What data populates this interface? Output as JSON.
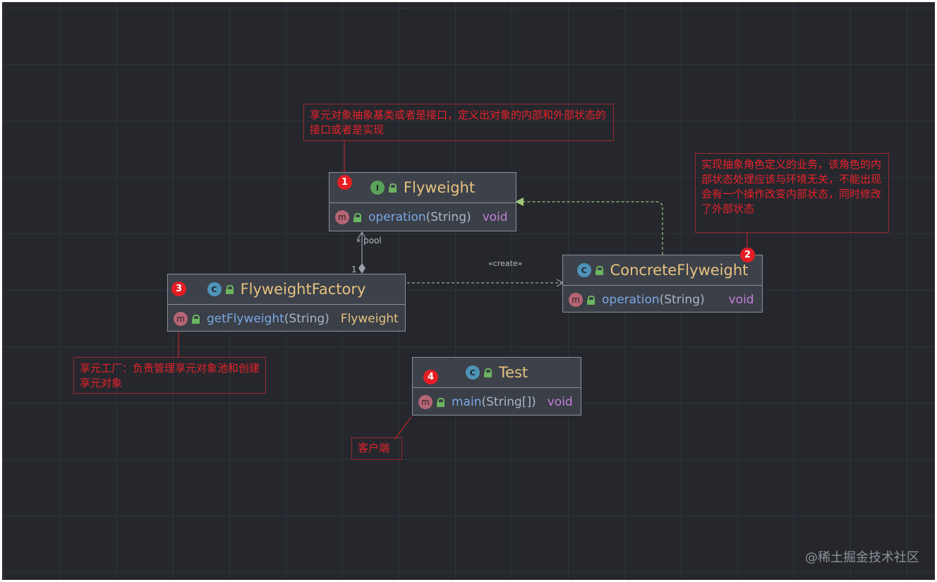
{
  "classes": {
    "flyweight": {
      "name": "Flyweight",
      "kind": "I",
      "method": {
        "kind": "m",
        "name": "operation",
        "params": "(String)",
        "return": "void"
      }
    },
    "concrete": {
      "name": "ConcreteFlyweight",
      "kind": "C",
      "method": {
        "kind": "m",
        "name": "operation",
        "params": "(String)",
        "return": "void"
      }
    },
    "factory": {
      "name": "FlyweightFactory",
      "kind": "C",
      "method": {
        "kind": "m",
        "name": "getFlyweight",
        "params": "(String)",
        "return": "Flyweight"
      }
    },
    "test": {
      "name": "Test",
      "kind": "C",
      "method": {
        "kind": "m",
        "name": "main",
        "params": "(String[])",
        "return": "void"
      }
    }
  },
  "relations": {
    "pool_label": "pool",
    "pool_many": "*",
    "pool_one": "1",
    "create_label": "«create»"
  },
  "badges": {
    "b1": "1",
    "b2": "2",
    "b3": "3",
    "b4": "4"
  },
  "notes": {
    "flyweight": "享元对象抽象基类或者是接口，定义出对象的内部和外部状态的接口或者是实现",
    "concrete": "实现抽象角色定义的业务，该角色的内部状态处理应该与环境无关，不能出现会有一个操作改变内部状态，同时修改了外部状态",
    "factory": "享元工厂：负责管理享元对象池和创建享元对象",
    "client": "客户端"
  },
  "watermark": "@稀土掘金技术社区",
  "colors": {
    "canvas": "#25272d",
    "node_fill": "#3b3f47",
    "class_name": "#e6c27f",
    "method_name": "#79a8e6",
    "void_type": "#c27fd9",
    "note_red": "#e8222a",
    "badge_red": "#e41e24",
    "connector": "#9da1a8",
    "realization": "#9fc77a"
  },
  "icons": {
    "interface": "interface-icon",
    "class": "class-icon",
    "method": "method-icon",
    "visibility": "public-lock-icon"
  }
}
